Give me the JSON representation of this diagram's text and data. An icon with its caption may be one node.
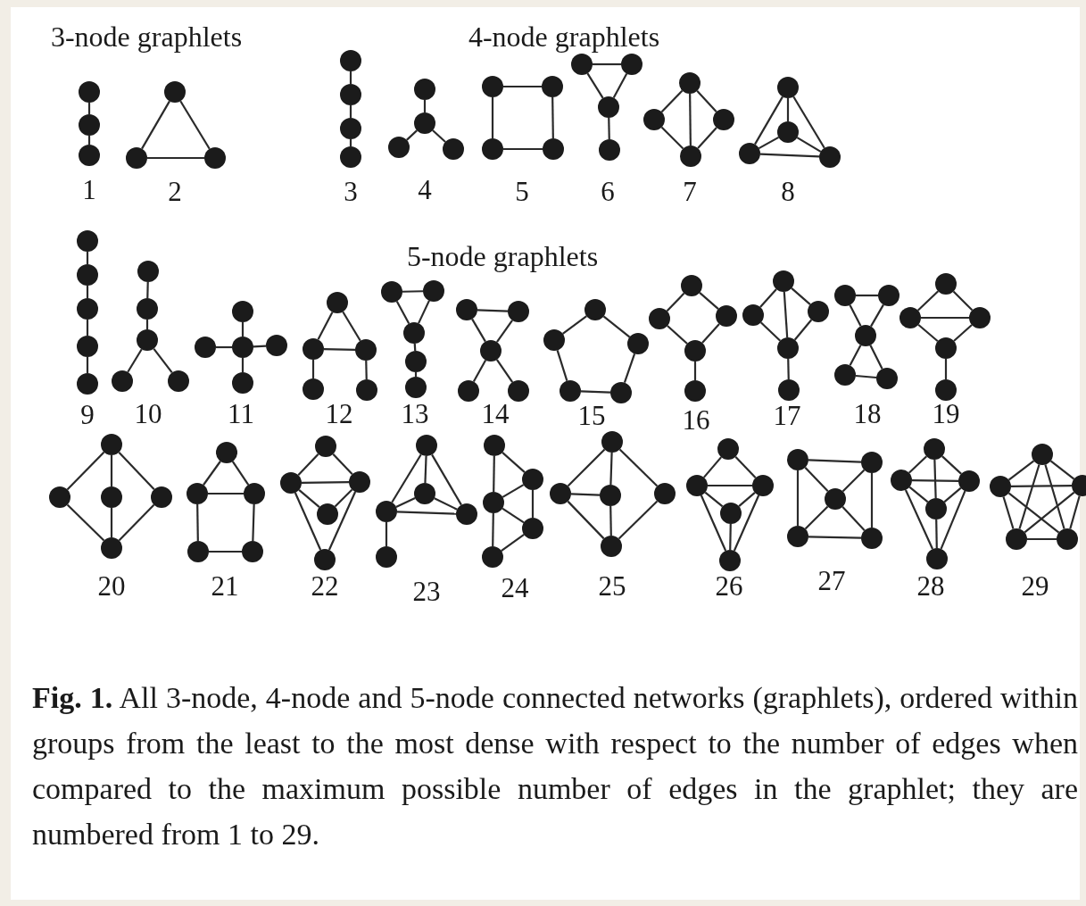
{
  "diagram": {
    "caption": "**Fig. 1.** All 3-node, 4-node and 5-node connected networks (graphlets), ordered within groups from the least to the most dense with respect to the number of edges when compared to the maximum possible number of edges in the graphlet; they are numbered from 1 to 29.",
    "labels": [
      "3-node graphlets",
      "4-node graphlets",
      "1",
      "2",
      "3",
      "4",
      "5",
      "6",
      "7",
      "8",
      "5-node graphlets",
      "9",
      "10",
      "11",
      "12",
      "13",
      "14",
      "15",
      "16",
      "17",
      "18",
      "19",
      "20",
      "21",
      "22",
      "23",
      "24",
      "25",
      "26",
      "27",
      "28",
      "29"
    ],
    "nodes": [
      {
        "text": [],
        "shape": "circle"
      },
      {
        "text": [],
        "shape": "circle"
      },
      {
        "text": [],
        "shape": "circle"
      },
      {
        "text": [],
        "shape": "circle"
      },
      {
        "text": [],
        "shape": "circle"
      },
      {
        "text": [],
        "shape": "circle"
      },
      {
        "text": [],
        "shape": "circle"
      },
      {
        "text": [],
        "shape": "circle"
      },
      {
        "text": [],
        "shape": "circle"
      },
      {
        "text": [],
        "shape": "circle"
      },
      {
        "text": [],
        "shape": "circle"
      },
      {
        "text": [],
        "shape": "circle"
      },
      {
        "text": [],
        "shape": "circle"
      },
      {
        "text": [],
        "shape": "circle"
      },
      {
        "text": [],
        "shape": "circle"
      },
      {
        "text": [],
        "shape": "circle"
      },
      {
        "text": [],
        "shape": "circle"
      },
      {
        "text": [],
        "shape": "circle"
      },
      {
        "text": [],
        "shape": "circle"
      },
      {
        "text": [],
        "shape": "circle"
      },
      {
        "text": [],
        "shape": "circle"
      },
      {
        "text": [],
        "shape": "circle"
      },
      {
        "text": [],
        "shape": "circle"
      },
      {
        "text": [],
        "shape": "circle"
      },
      {
        "text": [],
        "shape": "circle"
      },
      {
        "text": [],
        "shape": "circle"
      },
      {
        "text": [],
        "shape": "circle"
      },
      {
        "text": [],
        "shape": "circle"
      },
      {
        "text": [],
        "shape": "circle"
      },
      {
        "text": [],
        "shape": "circle"
      },
      {
        "text": [],
        "shape": "circle"
      },
      {
        "text": [],
        "shape": "circle"
      },
      {
        "text": [],
        "shape": "circle"
      },
      {
        "text": [],
        "shape": "circle"
      },
      {
        "text": [],
        "shape": "circle"
      },
      {
        "text": [],
        "shape": "circle"
      },
      {
        "text": [],
        "shape": "circle"
      },
      {
        "text": [],
        "shape": "circle"
      },
      {
        "text": [],
        "shape": "circle"
      },
      {
        "text": [],
        "shape": "circle"
      },
      {
        "text": [],
        "shape": "circle"
      },
      {
        "text": [],
        "shape": "circle"
      },
      {
        "text": [],
        "shape": "circle"
      },
      {
        "text": [],
        "shape": "circle"
      },
      {
        "text": [],
        "shape": "circle"
      },
      {
        "text": [],
        "shape": "circle"
      },
      {
        "text": [],
        "shape": "circle"
      },
      {
        "text": [],
        "shape": "circle"
      },
      {
        "text": [],
        "shape": "circle"
      },
      {
        "text": [],
        "shape": "circle"
      },
      {
        "text": [],
        "shape": "circle"
      },
      {
        "text": [],
        "shape": "circle"
      },
      {
        "text": [],
        "shape": "circle"
      },
      {
        "text": [],
        "shape": "circle"
      },
      {
        "text": [],
        "shape": "circle"
      },
      {
        "text": [],
        "shape": "circle"
      },
      {
        "text": [],
        "shape": "circle"
      },
      {
        "text": [],
        "shape": "circle"
      },
      {
        "text": [],
        "shape": "circle"
      },
      {
        "text": [],
        "shape": "circle"
      },
      {
        "text": [],
        "shape": "circle"
      },
      {
        "text": [],
        "shape": "circle"
      },
      {
        "text": [],
        "shape": "circle"
      },
      {
        "text": [],
        "shape": "circle"
      },
      {
        "text": [],
        "shape": "circle"
      },
      {
        "text": [],
        "shape": "circle"
      },
      {
        "text": [],
        "shape": "circle"
      },
      {
        "text": [],
        "shape": "circle"
      },
      {
        "text": [],
        "shape": "circle"
      },
      {
        "text": [],
        "shape": "circle"
      },
      {
        "text": [],
        "shape": "circle"
      },
      {
        "text": [],
        "shape": "circle"
      },
      {
        "text": [],
        "shape": "circle"
      },
      {
        "text": [],
        "shape": "circle"
      },
      {
        "text": [],
        "shape": "circle"
      },
      {
        "text": [],
        "shape": "circle"
      },
      {
        "text": [],
        "shape": "circle"
      },
      {
        "text": [],
        "shape": "circle"
      },
      {
        "text": [],
        "shape": "circle"
      },
      {
        "text": [],
        "shape": "circle"
      },
      {
        "text": [],
        "shape": "circle"
      },
      {
        "text": [],
        "shape": "circle"
      },
      {
        "text": [],
        "shape": "circle"
      },
      {
        "text": [],
        "shape": "circle"
      },
      {
        "text": [],
        "shape": "circle"
      },
      {
        "text": [],
        "shape": "circle"
      },
      {
        "text": [],
        "shape": "circle"
      },
      {
        "text": [],
        "shape": "circle"
      },
      {
        "text": [],
        "shape": "circle"
      },
      {
        "text": [],
        "shape": "circle"
      },
      {
        "text": [],
        "shape": "circle"
      },
      {
        "text": [],
        "shape": "circle"
      },
      {
        "text": [],
        "shape": "circle"
      },
      {
        "text": [],
        "shape": "circle"
      },
      {
        "text": [],
        "shape": "circle"
      },
      {
        "text": [],
        "shape": "circle"
      },
      {
        "text": [],
        "shape": "circle"
      },
      {
        "text": [],
        "shape": "circle"
      },
      {
        "text": [],
        "shape": "circle"
      },
      {
        "text": [],
        "shape": "circle"
      },
      {
        "text": [],
        "shape": "circle"
      },
      {
        "text": [],
        "shape": "circle"
      },
      {
        "text": [],
        "shape": "circle"
      },
      {
        "text": [],
        "shape": "circle"
      },
      {
        "text": [],
        "shape": "circle"
      },
      {
        "text": [],
        "shape": "circle"
      },
      {
        "text": [],
        "shape": "circle"
      },
      {
        "text": [],
        "shape": "circle"
      },
      {
        "text": [],
        "shape": "circle"
      },
      {
        "text": [],
        "shape": "circle"
      },
      {
        "text": [],
        "shape": "circle"
      },
      {
        "text": [],
        "shape": "circle"
      },
      {
        "text": [],
        "shape": "circle"
      },
      {
        "text": [],
        "shape": "circle"
      },
      {
        "text": [],
        "shape": "circle"
      },
      {
        "text": [],
        "shape": "circle"
      },
      {
        "text": [],
        "shape": "circle"
      },
      {
        "text": [],
        "shape": "circle"
      },
      {
        "text": [],
        "shape": "circle"
      },
      {
        "text": [],
        "shape": "circle"
      },
      {
        "text": [],
        "shape": "circle"
      },
      {
        "text": [],
        "shape": "circle"
      },
      {
        "text": [],
        "shape": "circle"
      },
      {
        "text": [],
        "shape": "circle"
      },
      {
        "text": [],
        "shape": "circle"
      },
      {
        "text": [],
        "shape": "circle"
      },
      {
        "text": [],
        "shape": "circle"
      },
      {
        "text": [],
        "shape": "circle"
      },
      {
        "text": [],
        "shape": "circle"
      },
      {
        "text": [],
        "shape": "circle"
      },
      {
        "text": [],
        "shape": "circle"
      },
      {
        "text": [],
        "shape": "circle"
      },
      {
        "text": [],
        "shape": "circle"
      },
      {
        "text": [],
        "shape": "circle"
      },
      {
        "text": [],
        "shape": "circle"
      }
    ],
    "edges": [
      {
        "from": 0,
        "to": 1,
        "arrow": "none"
      },
      {
        "from": 1,
        "to": 2,
        "arrow": "none"
      },
      {
        "from": 3,
        "to": 4,
        "arrow": "none"
      },
      {
        "from": 3,
        "to": 5,
        "arrow": "none"
      },
      {
        "from": 4,
        "to": 5,
        "arrow": "none"
      },
      {
        "from": 6,
        "to": 7,
        "arrow": "none"
      },
      {
        "from": 7,
        "to": 8,
        "arrow": "none"
      },
      {
        "from": 8,
        "to": 9,
        "arrow": "none"
      },
      {
        "from": 10,
        "to": 11,
        "arrow": "none"
      },
      {
        "from": 11,
        "to": 12,
        "arrow": "none"
      },
      {
        "from": 11,
        "to": 13,
        "arrow": "none"
      },
      {
        "from": 14,
        "to": 15,
        "arrow": "none"
      },
      {
        "from": 14,
        "to": 16,
        "arrow": "none"
      },
      {
        "from": 15,
        "to": 17,
        "arrow": "none"
      },
      {
        "from": 16,
        "to": 17,
        "arrow": "none"
      },
      {
        "from": 18,
        "to": 19,
        "arrow": "none"
      },
      {
        "from": 18,
        "to": 20,
        "arrow": "none"
      },
      {
        "from": 19,
        "to": 20,
        "arrow": "none"
      },
      {
        "from": 20,
        "to": 21,
        "arrow": "none"
      },
      {
        "from": 22,
        "to": 23,
        "arrow": "none"
      },
      {
        "from": 22,
        "to": 24,
        "arrow": "none"
      },
      {
        "from": 22,
        "to": 25,
        "arrow": "none"
      },
      {
        "from": 23,
        "to": 25,
        "arrow": "none"
      },
      {
        "from": 24,
        "to": 25,
        "arrow": "none"
      },
      {
        "from": 26,
        "to": 27,
        "arrow": "none"
      },
      {
        "from": 26,
        "to": 28,
        "arrow": "none"
      },
      {
        "from": 26,
        "to": 29,
        "arrow": "none"
      },
      {
        "from": 27,
        "to": 28,
        "arrow": "none"
      },
      {
        "from": 27,
        "to": 29,
        "arrow": "none"
      },
      {
        "from": 28,
        "to": 29,
        "arrow": "none"
      },
      {
        "from": 30,
        "to": 31,
        "arrow": "none"
      },
      {
        "from": 31,
        "to": 32,
        "arrow": "none"
      },
      {
        "from": 32,
        "to": 33,
        "arrow": "none"
      },
      {
        "from": 33,
        "to": 34,
        "arrow": "none"
      },
      {
        "from": 35,
        "to": 36,
        "arrow": "none"
      },
      {
        "from": 36,
        "to": 37,
        "arrow": "none"
      },
      {
        "from": 37,
        "to": 38,
        "arrow": "none"
      },
      {
        "from": 37,
        "to": 39,
        "arrow": "none"
      },
      {
        "from": 40,
        "to": 42,
        "arrow": "none"
      },
      {
        "from": 41,
        "to": 42,
        "arrow": "none"
      },
      {
        "from": 42,
        "to": 43,
        "arrow": "none"
      },
      {
        "from": 42,
        "to": 44,
        "arrow": "none"
      },
      {
        "from": 45,
        "to": 46,
        "arrow": "none"
      },
      {
        "from": 45,
        "to": 47,
        "arrow": "none"
      },
      {
        "from": 46,
        "to": 47,
        "arrow": "none"
      },
      {
        "from": 46,
        "to": 48,
        "arrow": "none"
      },
      {
        "from": 47,
        "to": 49,
        "arrow": "none"
      },
      {
        "from": 50,
        "to": 51,
        "arrow": "none"
      },
      {
        "from": 50,
        "to": 52,
        "arrow": "none"
      },
      {
        "from": 51,
        "to": 52,
        "arrow": "none"
      },
      {
        "from": 52,
        "to": 53,
        "arrow": "none"
      },
      {
        "from": 53,
        "to": 54,
        "arrow": "none"
      },
      {
        "from": 55,
        "to": 56,
        "arrow": "none"
      },
      {
        "from": 55,
        "to": 57,
        "arrow": "none"
      },
      {
        "from": 56,
        "to": 57,
        "arrow": "none"
      },
      {
        "from": 57,
        "to": 58,
        "arrow": "none"
      },
      {
        "from": 57,
        "to": 59,
        "arrow": "none"
      },
      {
        "from": 60,
        "to": 61,
        "arrow": "none"
      },
      {
        "from": 60,
        "to": 62,
        "arrow": "none"
      },
      {
        "from": 61,
        "to": 63,
        "arrow": "none"
      },
      {
        "from": 62,
        "to": 64,
        "arrow": "none"
      },
      {
        "from": 63,
        "to": 64,
        "arrow": "none"
      },
      {
        "from": 65,
        "to": 66,
        "arrow": "none"
      },
      {
        "from": 65,
        "to": 67,
        "arrow": "none"
      },
      {
        "from": 66,
        "to": 68,
        "arrow": "none"
      },
      {
        "from": 67,
        "to": 68,
        "arrow": "none"
      },
      {
        "from": 68,
        "to": 69,
        "arrow": "none"
      },
      {
        "from": 70,
        "to": 71,
        "arrow": "none"
      },
      {
        "from": 70,
        "to": 72,
        "arrow": "none"
      },
      {
        "from": 70,
        "to": 73,
        "arrow": "none"
      },
      {
        "from": 71,
        "to": 73,
        "arrow": "none"
      },
      {
        "from": 72,
        "to": 73,
        "arrow": "none"
      },
      {
        "from": 73,
        "to": 74,
        "arrow": "none"
      },
      {
        "from": 75,
        "to": 76,
        "arrow": "none"
      },
      {
        "from": 75,
        "to": 77,
        "arrow": "none"
      },
      {
        "from": 76,
        "to": 77,
        "arrow": "none"
      },
      {
        "from": 77,
        "to": 78,
        "arrow": "none"
      },
      {
        "from": 77,
        "to": 79,
        "arrow": "none"
      },
      {
        "from": 78,
        "to": 79,
        "arrow": "none"
      },
      {
        "from": 80,
        "to": 81,
        "arrow": "none"
      },
      {
        "from": 80,
        "to": 82,
        "arrow": "none"
      },
      {
        "from": 81,
        "to": 82,
        "arrow": "none"
      },
      {
        "from": 81,
        "to": 83,
        "arrow": "none"
      },
      {
        "from": 82,
        "to": 83,
        "arrow": "none"
      },
      {
        "from": 83,
        "to": 84,
        "arrow": "none"
      },
      {
        "from": 85,
        "to": 86,
        "arrow": "none"
      },
      {
        "from": 85,
        "to": 87,
        "arrow": "none"
      },
      {
        "from": 85,
        "to": 88,
        "arrow": "none"
      },
      {
        "from": 86,
        "to": 89,
        "arrow": "none"
      },
      {
        "from": 87,
        "to": 89,
        "arrow": "none"
      },
      {
        "from": 88,
        "to": 89,
        "arrow": "none"
      },
      {
        "from": 90,
        "to": 91,
        "arrow": "none"
      },
      {
        "from": 90,
        "to": 92,
        "arrow": "none"
      },
      {
        "from": 91,
        "to": 92,
        "arrow": "none"
      },
      {
        "from": 91,
        "to": 93,
        "arrow": "none"
      },
      {
        "from": 92,
        "to": 94,
        "arrow": "none"
      },
      {
        "from": 93,
        "to": 94,
        "arrow": "none"
      },
      {
        "from": 95,
        "to": 96,
        "arrow": "none"
      },
      {
        "from": 95,
        "to": 97,
        "arrow": "none"
      },
      {
        "from": 96,
        "to": 97,
        "arrow": "none"
      },
      {
        "from": 96,
        "to": 98,
        "arrow": "none"
      },
      {
        "from": 97,
        "to": 98,
        "arrow": "none"
      },
      {
        "from": 96,
        "to": 99,
        "arrow": "none"
      },
      {
        "from": 97,
        "to": 99,
        "arrow": "none"
      },
      {
        "from": 100,
        "to": 101,
        "arrow": "none"
      },
      {
        "from": 100,
        "to": 102,
        "arrow": "none"
      },
      {
        "from": 100,
        "to": 103,
        "arrow": "none"
      },
      {
        "from": 101,
        "to": 102,
        "arrow": "none"
      },
      {
        "from": 101,
        "to": 103,
        "arrow": "none"
      },
      {
        "from": 102,
        "to": 103,
        "arrow": "none"
      },
      {
        "from": 102,
        "to": 104,
        "arrow": "none"
      },
      {
        "from": 105,
        "to": 106,
        "arrow": "none"
      },
      {
        "from": 105,
        "to": 107,
        "arrow": "none"
      },
      {
        "from": 106,
        "to": 107,
        "arrow": "none"
      },
      {
        "from": 106,
        "to": 108,
        "arrow": "none"
      },
      {
        "from": 107,
        "to": 108,
        "arrow": "none"
      },
      {
        "from": 107,
        "to": 109,
        "arrow": "none"
      },
      {
        "from": 108,
        "to": 109,
        "arrow": "none"
      },
      {
        "from": 110,
        "to": 111,
        "arrow": "none"
      },
      {
        "from": 110,
        "to": 112,
        "arrow": "none"
      },
      {
        "from": 110,
        "to": 113,
        "arrow": "none"
      },
      {
        "from": 111,
        "to": 112,
        "arrow": "none"
      },
      {
        "from": 111,
        "to": 114,
        "arrow": "none"
      },
      {
        "from": 112,
        "to": 114,
        "arrow": "none"
      },
      {
        "from": 113,
        "to": 114,
        "arrow": "none"
      },
      {
        "from": 115,
        "to": 116,
        "arrow": "none"
      },
      {
        "from": 115,
        "to": 117,
        "arrow": "none"
      },
      {
        "from": 116,
        "to": 117,
        "arrow": "none"
      },
      {
        "from": 116,
        "to": 118,
        "arrow": "none"
      },
      {
        "from": 117,
        "to": 118,
        "arrow": "none"
      },
      {
        "from": 116,
        "to": 119,
        "arrow": "none"
      },
      {
        "from": 117,
        "to": 119,
        "arrow": "none"
      },
      {
        "from": 118,
        "to": 119,
        "arrow": "none"
      },
      {
        "from": 120,
        "to": 121,
        "arrow": "none"
      },
      {
        "from": 120,
        "to": 122,
        "arrow": "none"
      },
      {
        "from": 120,
        "to": 123,
        "arrow": "none"
      },
      {
        "from": 121,
        "to": 122,
        "arrow": "none"
      },
      {
        "from": 121,
        "to": 124,
        "arrow": "none"
      },
      {
        "from": 122,
        "to": 123,
        "arrow": "none"
      },
      {
        "from": 122,
        "to": 124,
        "arrow": "none"
      },
      {
        "from": 123,
        "to": 124,
        "arrow": "none"
      },
      {
        "from": 125,
        "to": 126,
        "arrow": "none"
      },
      {
        "from": 125,
        "to": 127,
        "arrow": "none"
      },
      {
        "from": 125,
        "to": 128,
        "arrow": "none"
      },
      {
        "from": 126,
        "to": 127,
        "arrow": "none"
      },
      {
        "from": 126,
        "to": 128,
        "arrow": "none"
      },
      {
        "from": 127,
        "to": 128,
        "arrow": "none"
      },
      {
        "from": 126,
        "to": 129,
        "arrow": "none"
      },
      {
        "from": 127,
        "to": 129,
        "arrow": "none"
      },
      {
        "from": 128,
        "to": 129,
        "arrow": "none"
      },
      {
        "from": 130,
        "to": 131,
        "arrow": "none"
      },
      {
        "from": 130,
        "to": 132,
        "arrow": "none"
      },
      {
        "from": 130,
        "to": 133,
        "arrow": "none"
      },
      {
        "from": 130,
        "to": 134,
        "arrow": "none"
      },
      {
        "from": 131,
        "to": 132,
        "arrow": "none"
      },
      {
        "from": 131,
        "to": 133,
        "arrow": "none"
      },
      {
        "from": 131,
        "to": 134,
        "arrow": "none"
      },
      {
        "from": 132,
        "to": 133,
        "arrow": "none"
      },
      {
        "from": 132,
        "to": 134,
        "arrow": "none"
      },
      {
        "from": 133,
        "to": 134,
        "arrow": "none"
      }
    ]
  }
}
